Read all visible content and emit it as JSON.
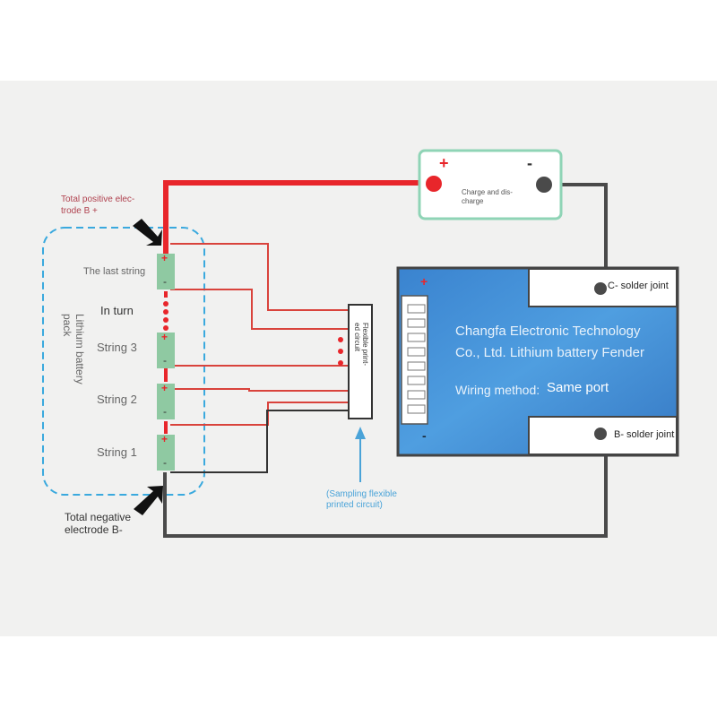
{
  "labels": {
    "total_positive_line1": "Total positive elec-",
    "total_positive_line2": "trode B +",
    "total_negative_line1": "Total negative",
    "total_negative_line2": "electrode B-",
    "pack_line1": "Lithium battery",
    "pack_line2": "pack",
    "last_string": "The last string",
    "in_turn": "In turn",
    "string3": "String 3",
    "string2": "String 2",
    "string1": "String 1",
    "fpc_line1": "Flexible print-",
    "fpc_line2": "ed circuit",
    "sampling_line1": "(Sampling flexible",
    "sampling_line2": "printed circuit)",
    "charge_line1": "Charge and dis-",
    "charge_line2": "charge",
    "charge_plus": "+",
    "charge_minus": "-",
    "c_solder": "C- solder joint",
    "b_solder": "B- solder joint",
    "bms_line1": "Changfa Electronic Technology",
    "bms_line2": "Co., Ltd. Lithium battery Fender",
    "wiring_method": "Wiring method:",
    "same_port": "Same port",
    "bms_plus": "+",
    "bms_minus": "-",
    "cell_plus": "+",
    "cell_minus": "-"
  },
  "colors": {
    "positive_wire": "#e8262b",
    "sense_wire": "#d9433c",
    "negative_wire": "#4a4a4a",
    "cell_fill": "#8fc9a2",
    "pack_outline": "#3aa9de",
    "bms_board": "#3d8fd6",
    "charge_box": "#8fd4b6",
    "arrow_blue": "#4aa3d8"
  }
}
